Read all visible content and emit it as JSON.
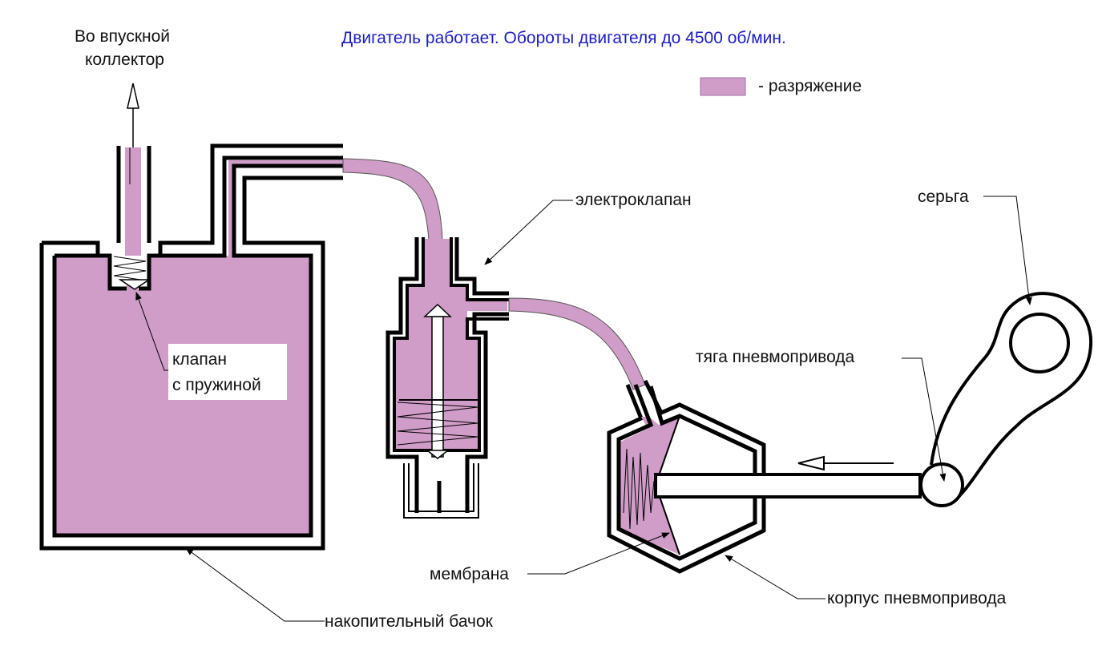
{
  "title": "Двигатель работает. Обороты двигателя до 4500 об/мин.",
  "legend": {
    "label": "- разряжение",
    "color": "#d09cc8"
  },
  "labels": {
    "intake_line1": "Во впускной",
    "intake_line2": "коллектор",
    "valve_line1": "клапан",
    "valve_line2": "с пружиной",
    "solenoid": "электроклапан",
    "earring": "серьга",
    "rod": "тяга пневмопривода",
    "membrane": "мембрана",
    "housing": "корпус пневмопривода",
    "tank": "накопительный бачок"
  }
}
